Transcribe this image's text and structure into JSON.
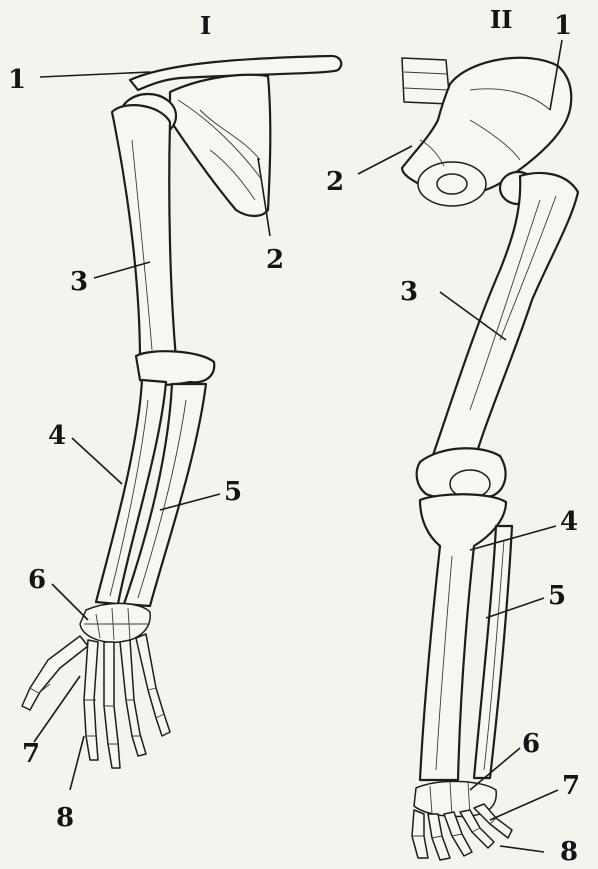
{
  "figures": [
    {
      "numeral": "I",
      "labels": [
        "1",
        "2",
        "3",
        "4",
        "5",
        "6",
        "7",
        "8"
      ]
    },
    {
      "numeral": "II",
      "labels": [
        "1",
        "2",
        "3",
        "4",
        "5",
        "6",
        "7",
        "8"
      ]
    }
  ]
}
